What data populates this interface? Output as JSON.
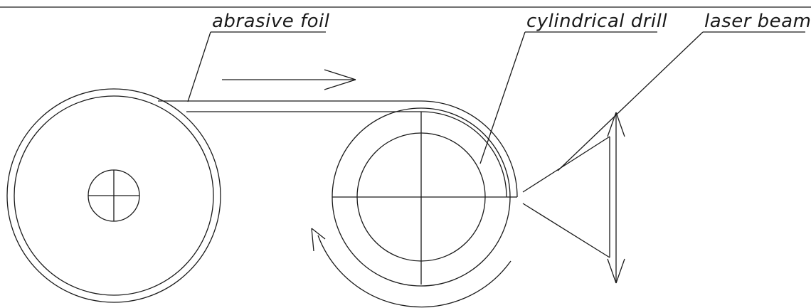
{
  "labels": {
    "abrasive_foil": "abrasive foil",
    "cylindrical_drill": "cylindrical drill",
    "laser_beam": "laser beam"
  },
  "colors": {
    "stroke": "#1a1a1a",
    "background": "#ffffff"
  }
}
